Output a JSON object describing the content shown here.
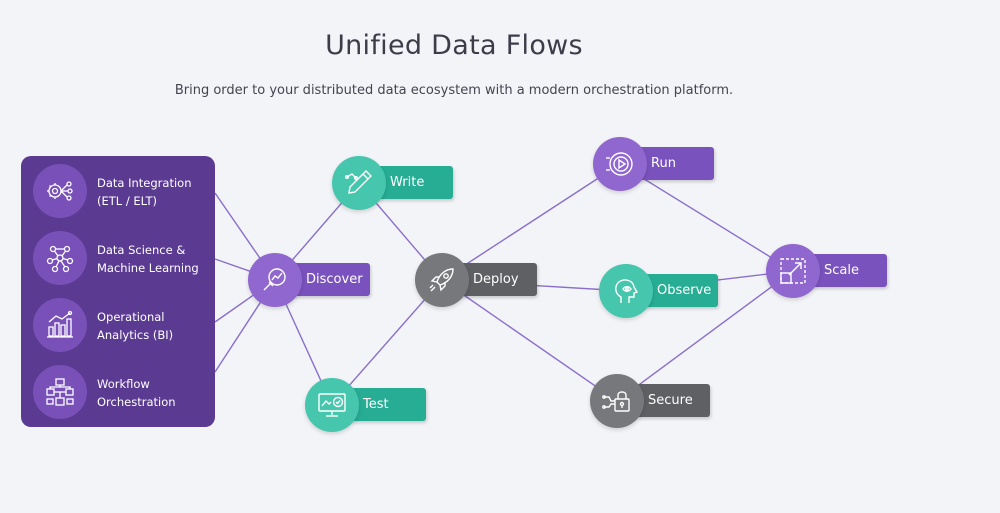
{
  "header": {
    "title": "Unified Data Flows",
    "subtitle": "Bring order to your distributed data ecosystem with a modern orchestration platform."
  },
  "categories": [
    {
      "line1": "Data Integration",
      "line2": "(ETL / ELT)",
      "icon": "gear-network-icon"
    },
    {
      "line1": "Data Science &",
      "line2": "Machine Learning",
      "icon": "neural-network-icon"
    },
    {
      "line1": "Operational",
      "line2": "Analytics (BI)",
      "icon": "bar-chart-icon"
    },
    {
      "line1": "Workflow",
      "line2": "Orchestration",
      "icon": "workflow-blocks-icon"
    }
  ],
  "nodes": {
    "discover": {
      "label": "Discover",
      "icon": "magnifier-chart-icon"
    },
    "write": {
      "label": "Write",
      "icon": "pen-icon"
    },
    "test": {
      "label": "Test",
      "icon": "monitor-check-icon"
    },
    "deploy": {
      "label": "Deploy",
      "icon": "rocket-icon"
    },
    "run": {
      "label": "Run",
      "icon": "play-circuit-icon"
    },
    "observe": {
      "label": "Observe",
      "icon": "head-eye-icon"
    },
    "secure": {
      "label": "Secure",
      "icon": "padlock-icon"
    },
    "scale": {
      "label": "Scale",
      "icon": "expand-arrows-icon"
    }
  },
  "colors": {
    "panel": "#5b3a92",
    "purple": "#7a52bd",
    "teal": "#27ad94",
    "gray": "#5f6063",
    "link": "#8a6fc9",
    "background": "#f3f4f8"
  }
}
